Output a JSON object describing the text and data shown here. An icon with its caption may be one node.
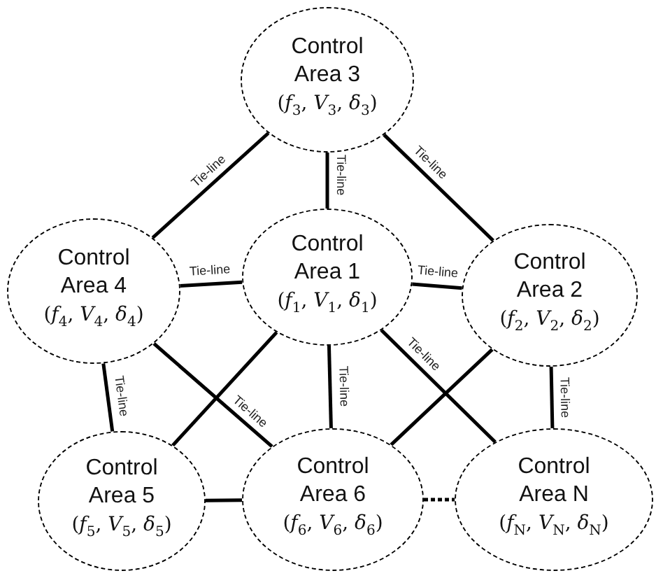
{
  "diagram": {
    "nodes": [
      {
        "text": [
          "Control Area 3",
          "(*f*$_{3}$, *V*$_{3}$, *δ*$_{3}$)"
        ]
      },
      {
        "text": [
          "Control Area 4",
          "(*f*$_{4}$, *V*$_{4}$, *δ*$_{4}$)"
        ]
      },
      {
        "text": [
          "Control Area 1",
          "(*f*$_{1}$, *V*$_{1}$, *δ*$_{1}$)"
        ]
      },
      {
        "text": [
          "Control Area 2",
          "(*f*$_{2}$, *V*$_{2}$, *δ*$_{2}$)"
        ]
      },
      {
        "text": [
          "Control Area 5",
          "(*f*$_{5}$, *V*$_{5}$, *δ*$_{5}$)"
        ]
      },
      {
        "text": [
          "Control Area 6",
          "(*f*$_{6}$, *V*$_{6}$, *δ*$_{6}$)"
        ]
      },
      {
        "text": [
          "Control Area N",
          "(*f*$_{N}$, *V*$_{N}$, *δ*$_{N}$)"
        ]
      }
    ],
    "edges": [
      {
        "from": 0,
        "to": 1,
        "arrow": "none",
        "label": "Tie-line"
      },
      {
        "from": 0,
        "to": 2,
        "arrow": "none",
        "label": "Tie-line"
      },
      {
        "from": 0,
        "to": 3,
        "arrow": "none",
        "label": "Tie-line"
      },
      {
        "from": 1,
        "to": 2,
        "arrow": "none",
        "label": "Tie-line"
      },
      {
        "from": 2,
        "to": 3,
        "arrow": "none",
        "label": "Tie-line"
      },
      {
        "from": 1,
        "to": 4,
        "arrow": "none",
        "label": "Tie-line"
      },
      {
        "from": 1,
        "to": 5,
        "arrow": "none",
        "label": "Tie-line"
      },
      {
        "from": 2,
        "to": 4,
        "arrow": "none"
      },
      {
        "from": 2,
        "to": 5,
        "arrow": "none",
        "label": "Tie-line"
      },
      {
        "from": 2,
        "to": 6,
        "arrow": "none",
        "label": "Tie-line"
      },
      {
        "from": 3,
        "to": 5,
        "arrow": "none"
      },
      {
        "from": 3,
        "to": 6,
        "arrow": "none",
        "label": "Tie-line"
      },
      {
        "from": 4,
        "to": 5,
        "arrow": "none"
      },
      {
        "from": 5,
        "to": 6,
        "arrow": "none",
        "style": "dashed"
      }
    ]
  }
}
